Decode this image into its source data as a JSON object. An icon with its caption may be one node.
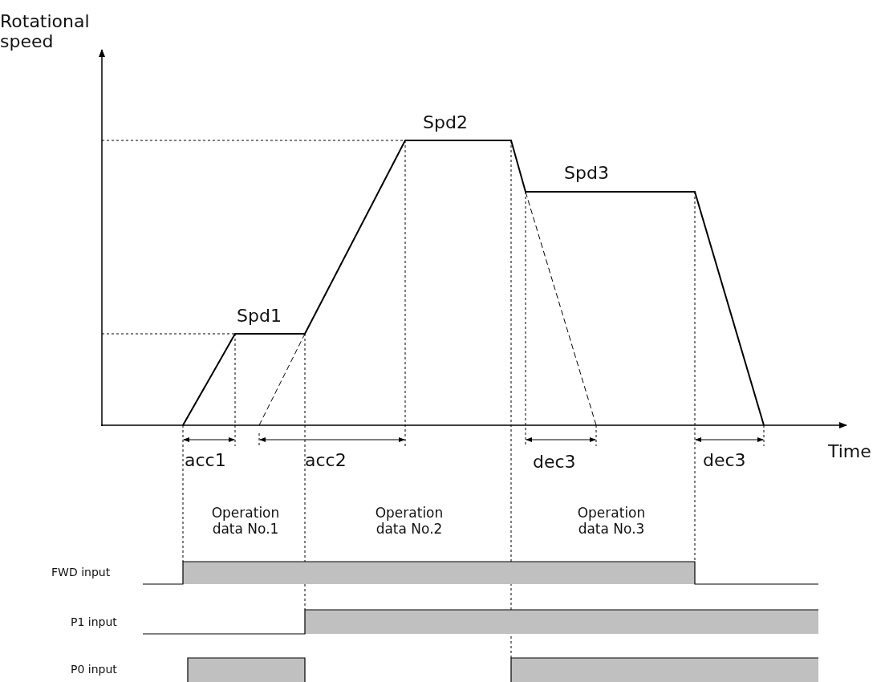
{
  "diagram": {
    "labels": [
      "Rotational speed",
      "Spd2",
      "Spd3",
      "Spd1",
      "acc1",
      "acc2",
      "dec3",
      "dec3",
      "Time",
      "Operation data No.1",
      "Operation data No.2",
      "Operation data No.3",
      "FWD input",
      "P1 input",
      "P0 input"
    ]
  }
}
